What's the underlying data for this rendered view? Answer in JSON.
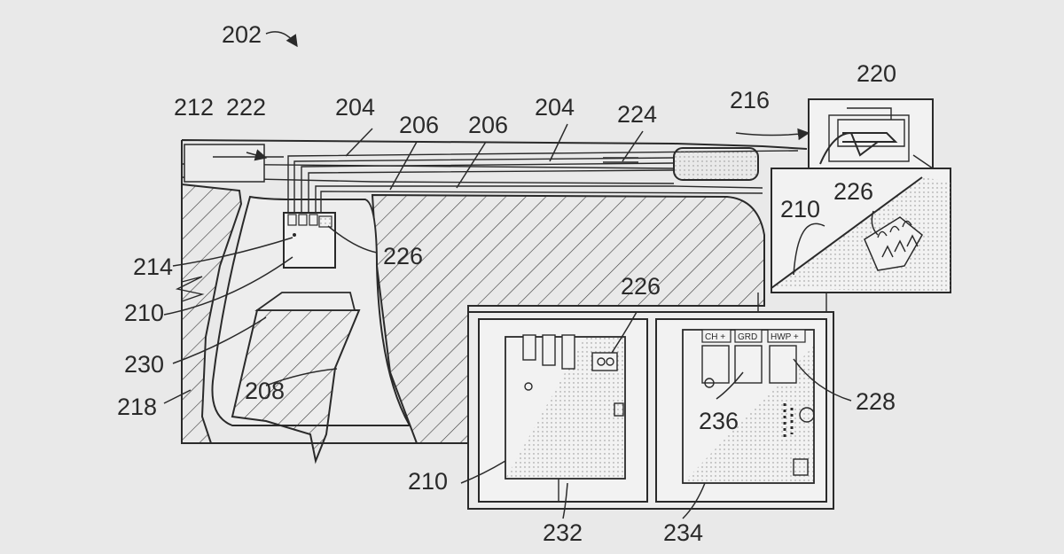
{
  "labels": {
    "r202": "202",
    "r212": "212",
    "r222": "222",
    "r204a": "204",
    "r206a": "206",
    "r206b": "206",
    "r204b": "204",
    "r224": "224",
    "r216": "216",
    "r220": "220",
    "r226a": "226",
    "r210a": "210",
    "r214": "214",
    "r226b": "226",
    "r210b": "210",
    "r230": "230",
    "r218": "218",
    "r208": "208",
    "r226c": "226",
    "r228": "228",
    "r236": "236",
    "r210c": "210",
    "r232": "232",
    "r234": "234"
  },
  "terminal_tags": {
    "ch": "CH +",
    "grd": "GRD",
    "hwp": "HWP +"
  },
  "colors": {
    "background": "#e9e9e9",
    "ink": "#2a2a2a",
    "panel": "#f2f2f2"
  }
}
